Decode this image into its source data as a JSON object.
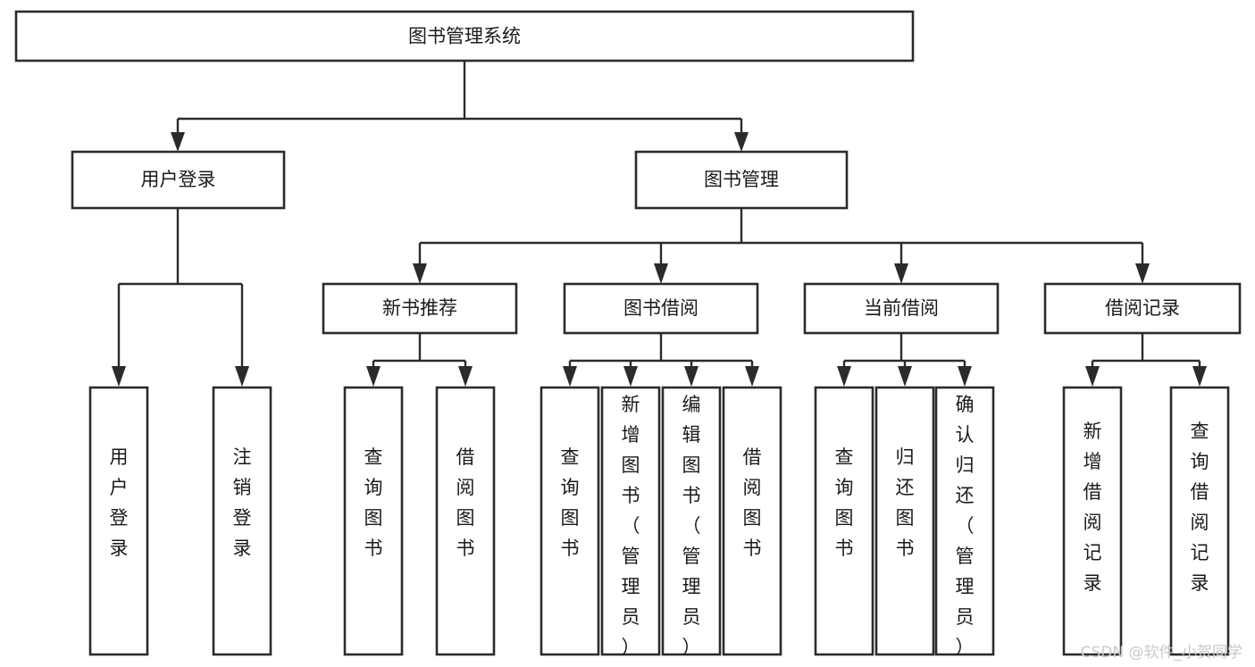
{
  "diagram": {
    "title": "图书管理系统",
    "type": "tree-hierarchy",
    "root": {
      "label": "图书管理系统",
      "children": [
        {
          "label": "用户登录",
          "children": [
            {
              "label": "用户登录"
            },
            {
              "label": "注销登录"
            }
          ]
        },
        {
          "label": "图书管理",
          "children": [
            {
              "label": "新书推荐",
              "children": [
                {
                  "label": "查询图书"
                },
                {
                  "label": "借阅图书"
                }
              ]
            },
            {
              "label": "图书借阅",
              "children": [
                {
                  "label": "查询图书"
                },
                {
                  "label": "新增图书（管理员）"
                },
                {
                  "label": "编辑图书（管理员）"
                },
                {
                  "label": "借阅图书"
                }
              ]
            },
            {
              "label": "当前借阅",
              "children": [
                {
                  "label": "查询图书"
                },
                {
                  "label": "归还图书"
                },
                {
                  "label": "确认归还（管理员）"
                }
              ]
            },
            {
              "label": "借阅记录",
              "children": [
                {
                  "label": "新增借阅记录"
                },
                {
                  "label": "查询借阅记录"
                }
              ]
            }
          ]
        }
      ]
    }
  },
  "nodes": {
    "root": "图书管理系统",
    "l1_user_login": "用户登录",
    "l1_book_mgmt": "图书管理",
    "l2_new_book_rec": "新书推荐",
    "l2_book_borrow": "图书借阅",
    "l2_current_borrow": "当前借阅",
    "l2_borrow_record": "借阅记录",
    "leaf_user_login": "用户登录",
    "leaf_logout": "注销登录",
    "leaf_rec_query": "查询图书",
    "leaf_rec_borrow": "借阅图书",
    "leaf_borrow_query": "查询图书",
    "leaf_borrow_add": "新增图书（管理员）",
    "leaf_borrow_edit": "编辑图书（管理员）",
    "leaf_borrow_borrow": "借阅图书",
    "leaf_cur_query": "查询图书",
    "leaf_cur_return": "归还图书",
    "leaf_cur_confirm": "确认归还（管理员）",
    "leaf_rec_add": "新增借阅记录",
    "leaf_rec_query2": "查询借阅记录"
  },
  "watermark": {
    "text": "CSDN @软件_小贺同学"
  },
  "colors": {
    "box_stroke": "#2b2b2b",
    "box_fill": "#ffffff",
    "text": "#1a1a1a",
    "background": "#ffffff",
    "watermark": "#c9c9c9"
  }
}
